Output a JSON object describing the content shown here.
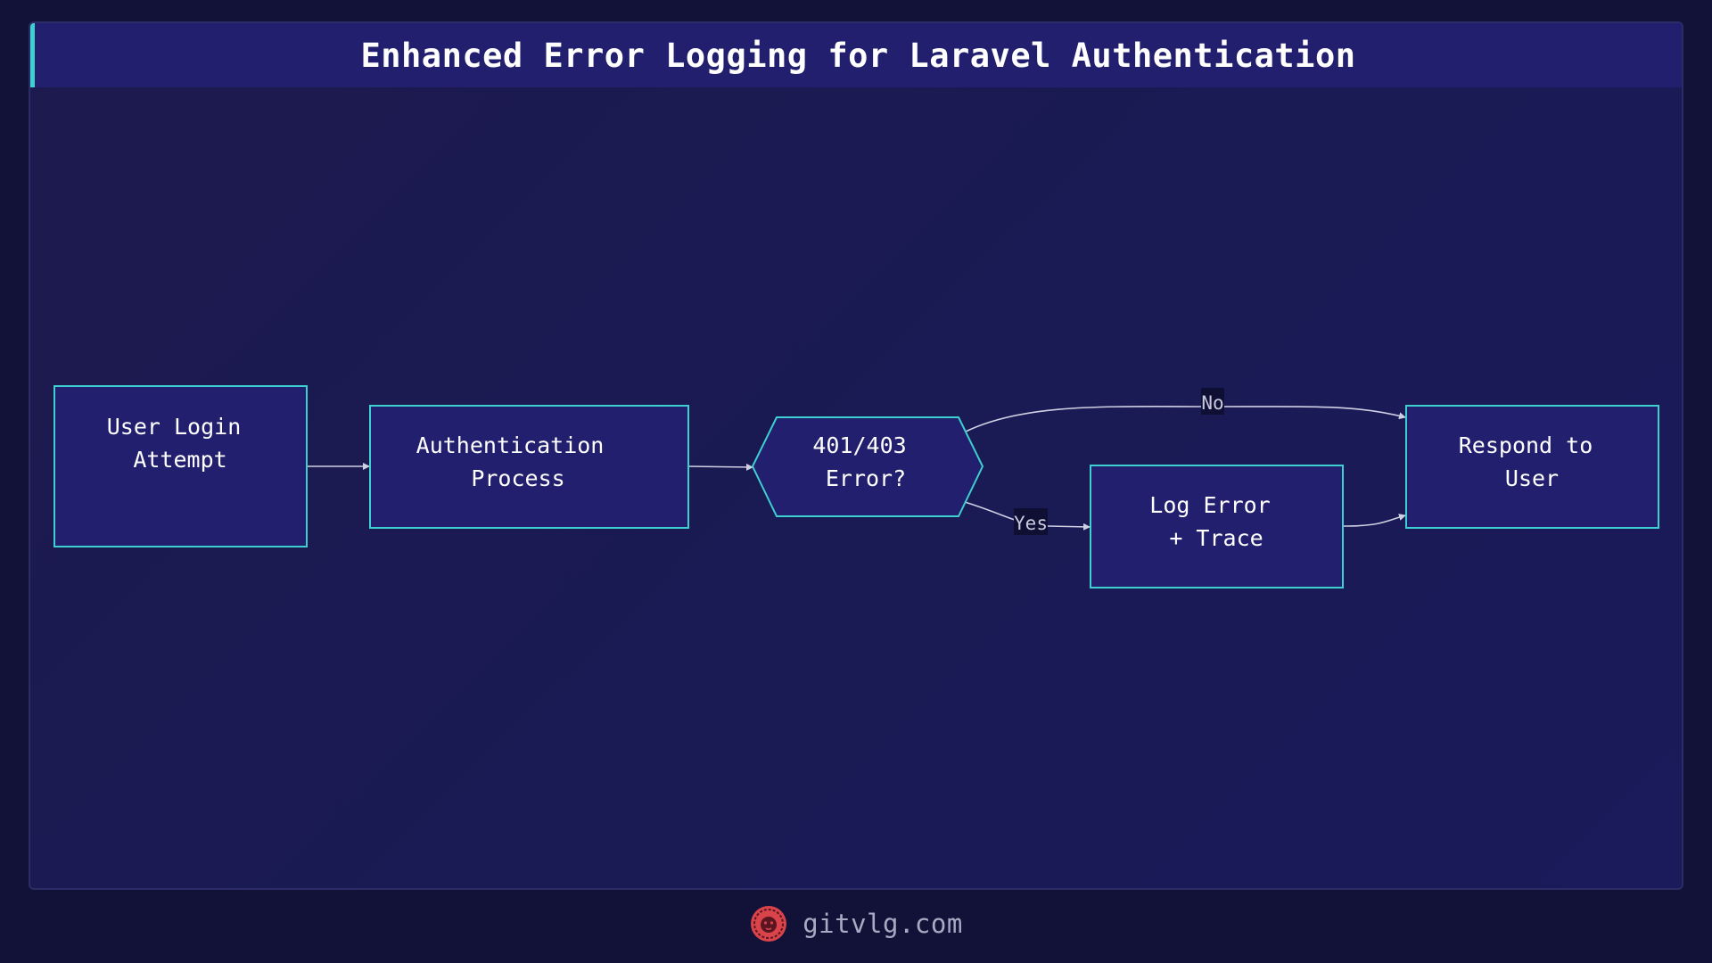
{
  "title": "Enhanced Error Logging for Laravel Authentication",
  "nodes": {
    "login": {
      "line1": "User Login",
      "line2": "Attempt"
    },
    "auth": {
      "line1": "Authentication",
      "line2": "Process"
    },
    "decision": {
      "line1": "401/403",
      "line2": "Error?"
    },
    "log": {
      "line1": "Log Error",
      "line2": "+ Trace"
    },
    "respond": {
      "line1": "Respond to",
      "line2": "User"
    }
  },
  "edges": {
    "no_label": "No",
    "yes_label": "Yes"
  },
  "footer": {
    "logo_icon": "lion-icon",
    "text": "gitvlg.com"
  },
  "colors": {
    "node_fill": "#221f6e",
    "node_stroke": "#3ecfd0",
    "accent": "#3ecfd0",
    "logo": "#d9434a"
  }
}
